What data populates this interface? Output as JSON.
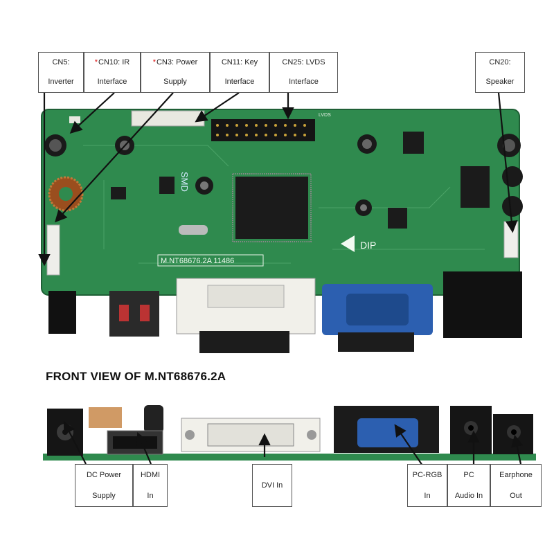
{
  "title": "FRONT VIEW OF M.NT68676.2A",
  "board_marking": "M.NT68676.2A 11486",
  "board_dip": "DIP",
  "board_smd": "SMD",
  "board_lvds": "LVDS",
  "top_labels": [
    {
      "id": "cn5",
      "line1": "CN5:",
      "line2": "Inverter",
      "starred": false
    },
    {
      "id": "cn10",
      "line1": "CN10: IR",
      "line2": "Interface",
      "starred": true
    },
    {
      "id": "cn3",
      "line1": "CN3: Power",
      "line2": "Supply",
      "starred": true
    },
    {
      "id": "cn11",
      "line1": "CN11: Key",
      "line2": "Interface",
      "starred": false
    },
    {
      "id": "cn25",
      "line1": "CN25: LVDS",
      "line2": "Interface",
      "starred": false
    },
    {
      "id": "cn20",
      "line1": "CN20:",
      "line2": "Speaker",
      "starred": false
    }
  ],
  "bottom_labels": [
    {
      "id": "dc-power",
      "line1": "DC Power",
      "line2": "Supply"
    },
    {
      "id": "hdmi",
      "line1": "HDMI",
      "line2": "In"
    },
    {
      "id": "dvi",
      "line1": "DVI In",
      "line2": ""
    },
    {
      "id": "pc-rgb",
      "line1": "PC-RGB",
      "line2": "In"
    },
    {
      "id": "pc-audio",
      "line1": "PC",
      "line2": "Audio In"
    },
    {
      "id": "earphone",
      "line1": "Earphone",
      "line2": "Out"
    }
  ],
  "star_glyph": "*",
  "colors": {
    "board": "#2f8a4e",
    "vga": "#2c5fb0",
    "arrow": "#111111"
  }
}
